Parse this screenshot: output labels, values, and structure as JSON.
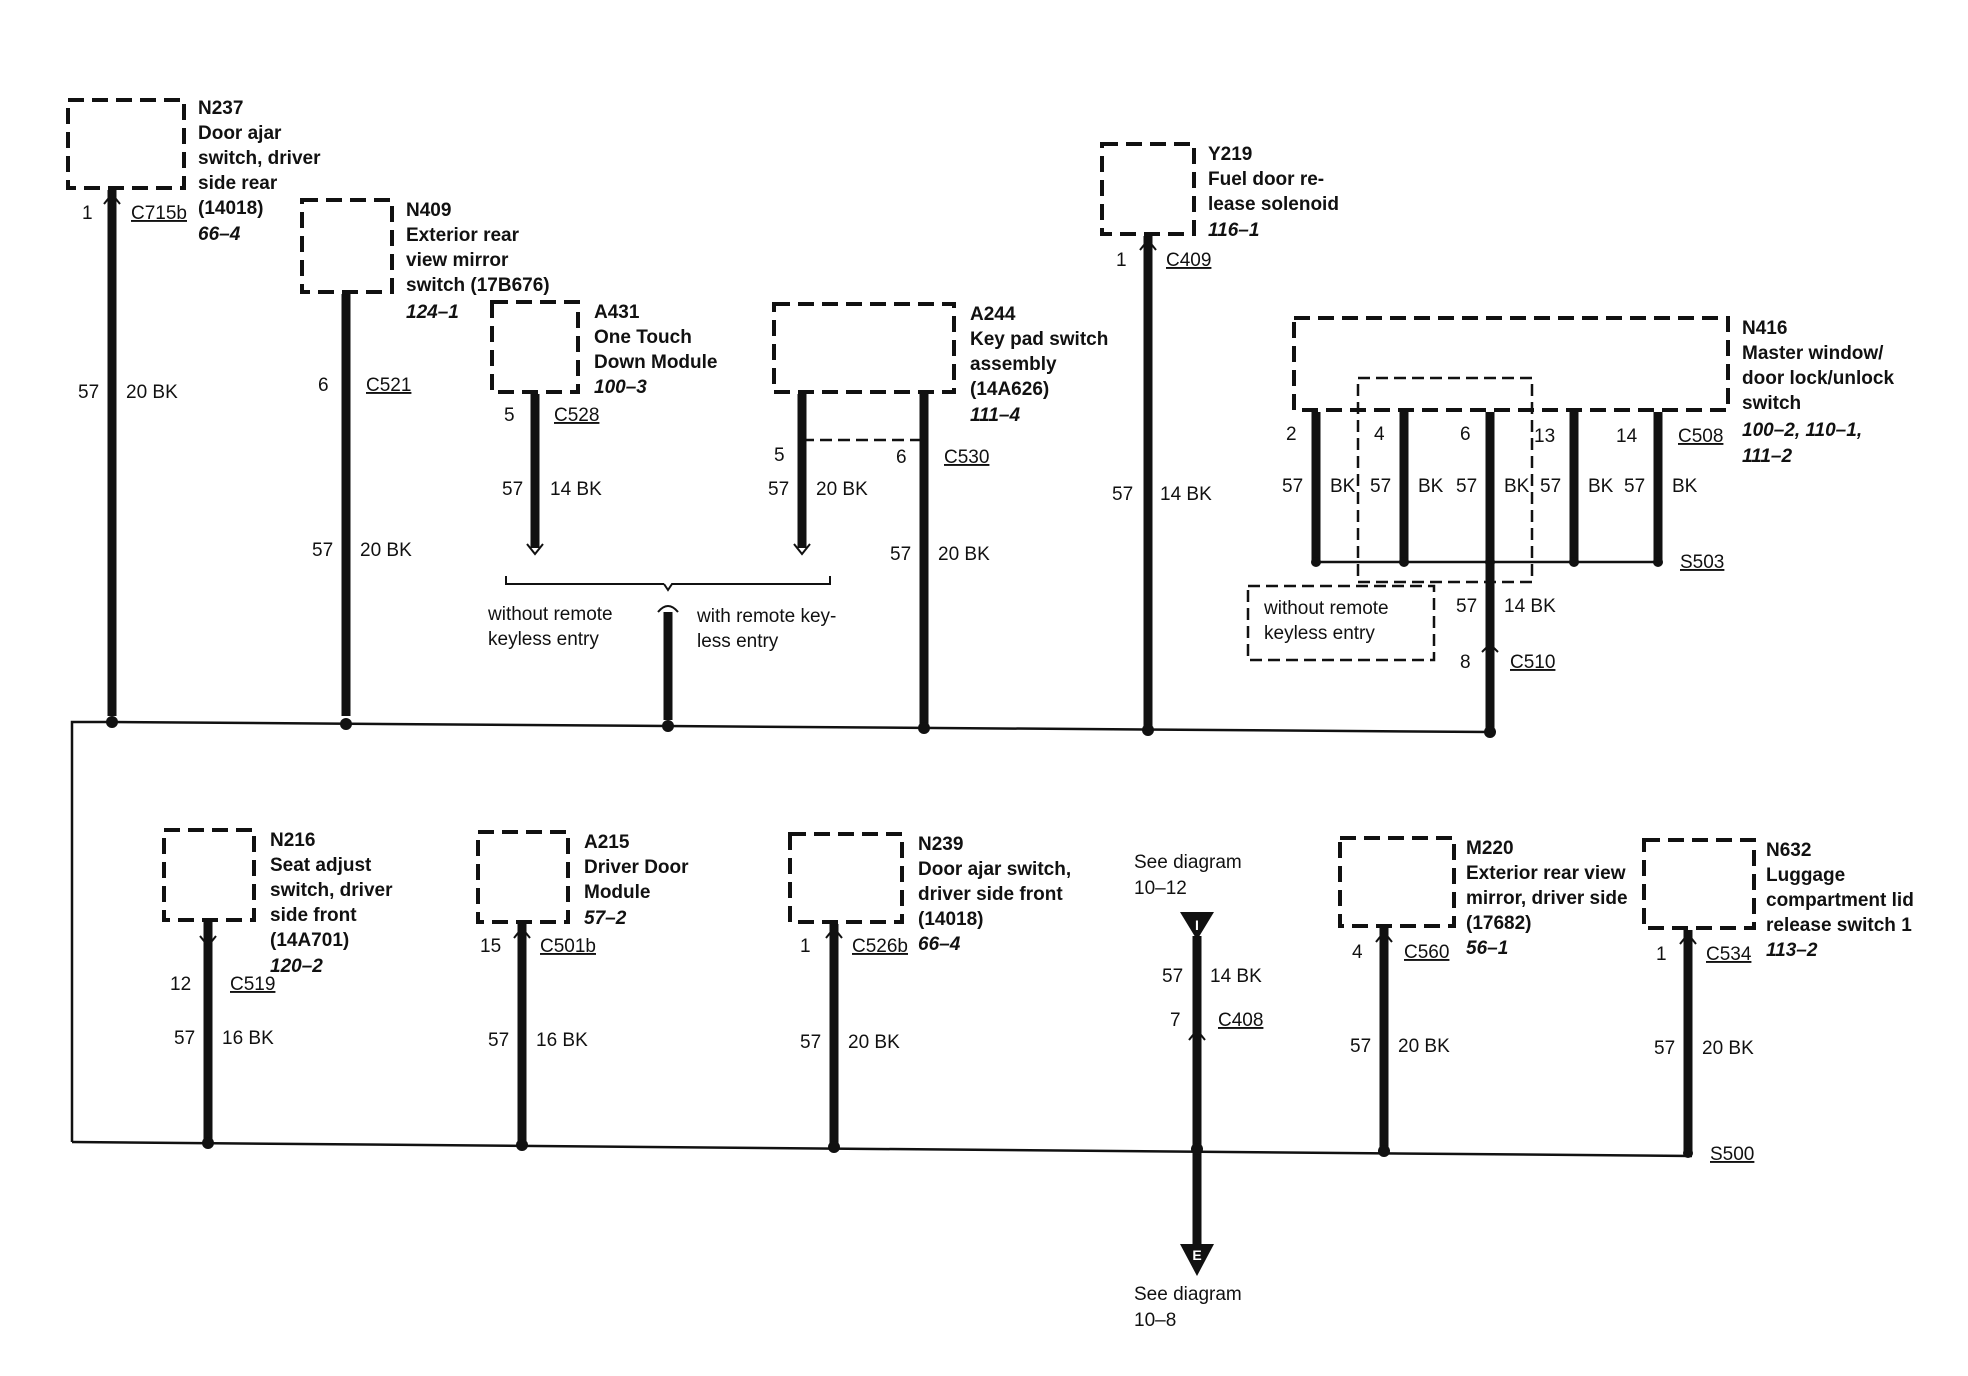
{
  "components": {
    "n237": {
      "id": "N237",
      "lines": [
        "Door ajar",
        "switch, driver",
        "side rear",
        "(14018)"
      ],
      "ref": "66–4"
    },
    "n409": {
      "id": "N409",
      "lines": [
        "Exterior rear",
        "view mirror",
        "switch (17B676)"
      ],
      "ref": "124–1"
    },
    "a431": {
      "id": "A431",
      "lines": [
        "One Touch",
        "Down Module"
      ],
      "ref": "100–3"
    },
    "a244": {
      "id": "A244",
      "lines": [
        "Key pad switch",
        "assembly",
        "(14A626)"
      ],
      "ref": "111–4"
    },
    "y219": {
      "id": "Y219",
      "lines": [
        "Fuel door re-",
        "lease solenoid"
      ],
      "ref": "116–1"
    },
    "n416": {
      "id": "N416",
      "lines": [
        "Master window/",
        "door lock/unlock",
        "switch"
      ],
      "refs": [
        "100–2, 110–1,",
        "111–2"
      ]
    },
    "n216": {
      "id": "N216",
      "lines": [
        "Seat adjust",
        "switch, driver",
        "side front",
        "(14A701)"
      ],
      "ref": "120–2"
    },
    "a215": {
      "id": "A215",
      "lines": [
        "Driver Door",
        "Module"
      ],
      "ref": "57–2"
    },
    "n239": {
      "id": "N239",
      "lines": [
        "Door ajar switch,",
        "driver side front",
        "(14018)"
      ],
      "ref": "66–4"
    },
    "m220": {
      "id": "M220",
      "lines": [
        "Exterior rear view",
        "mirror, driver side",
        "(17682)"
      ],
      "ref": "56–1"
    },
    "n632": {
      "id": "N632",
      "lines": [
        "Luggage",
        "compartment lid",
        "release switch 1"
      ],
      "ref": "113–2"
    }
  },
  "connectors": {
    "c715b": {
      "pin": "1",
      "name": "C715b"
    },
    "c521": {
      "pin": "6",
      "name": "C521"
    },
    "c528": {
      "pin": "5",
      "name": "C528"
    },
    "c530": {
      "pin_a": "5",
      "pin_b": "6",
      "name": "C530"
    },
    "c409": {
      "pin": "1",
      "name": "C409"
    },
    "c508": {
      "pins": [
        "2",
        "4",
        "6",
        "13",
        "14"
      ],
      "name": "C508"
    },
    "c510": {
      "pin": "8",
      "name": "C510"
    },
    "c519": {
      "pin": "12",
      "name": "C519"
    },
    "c501b": {
      "pin": "15",
      "name": "C501b"
    },
    "c526b": {
      "pin": "1",
      "name": "C526b"
    },
    "c408": {
      "pin": "7",
      "name": "C408"
    },
    "c560": {
      "pin": "4",
      "name": "C560"
    },
    "c534": {
      "pin": "1",
      "name": "C534"
    }
  },
  "splices": {
    "s503": "S503",
    "s500": "S500"
  },
  "wires": {
    "n237": {
      "circuit": "57",
      "spec": "20 BK"
    },
    "n409": {
      "circuit": "57",
      "spec": "20 BK"
    },
    "a431": {
      "circuit": "57",
      "spec": "14 BK"
    },
    "a244_left": {
      "circuit": "57",
      "spec": "20 BK"
    },
    "a244_right": {
      "circuit": "57",
      "spec": "20 BK"
    },
    "y219": {
      "circuit": "57",
      "spec": "14 BK"
    },
    "n416_pins": [
      {
        "circuit": "57",
        "spec": "BK"
      },
      {
        "circuit": "57",
        "spec": "BK"
      },
      {
        "circuit": "57",
        "spec": "BK"
      },
      {
        "circuit": "57",
        "spec": "BK"
      },
      {
        "circuit": "57",
        "spec": "BK"
      }
    ],
    "n416_out": {
      "circuit": "57",
      "spec": "14 BK"
    },
    "n216": {
      "circuit": "57",
      "spec": "16 BK"
    },
    "a215": {
      "circuit": "57",
      "spec": "16 BK"
    },
    "n239": {
      "circuit": "57",
      "spec": "20 BK"
    },
    "c408": {
      "circuit": "57",
      "spec": "14 BK"
    },
    "m220": {
      "circuit": "57",
      "spec": "20 BK"
    },
    "n632": {
      "circuit": "57",
      "spec": "20 BK"
    }
  },
  "notes": {
    "without_rke": [
      "without remote",
      "keyless entry"
    ],
    "with_rke": [
      "with remote key-",
      "less entry"
    ],
    "n416_without_rke": [
      "without remote",
      "keyless entry"
    ],
    "see_top": [
      "See diagram",
      "10–12"
    ],
    "see_bottom": [
      "See diagram",
      "10–8"
    ],
    "flag_top": "I",
    "flag_bottom": "E"
  }
}
